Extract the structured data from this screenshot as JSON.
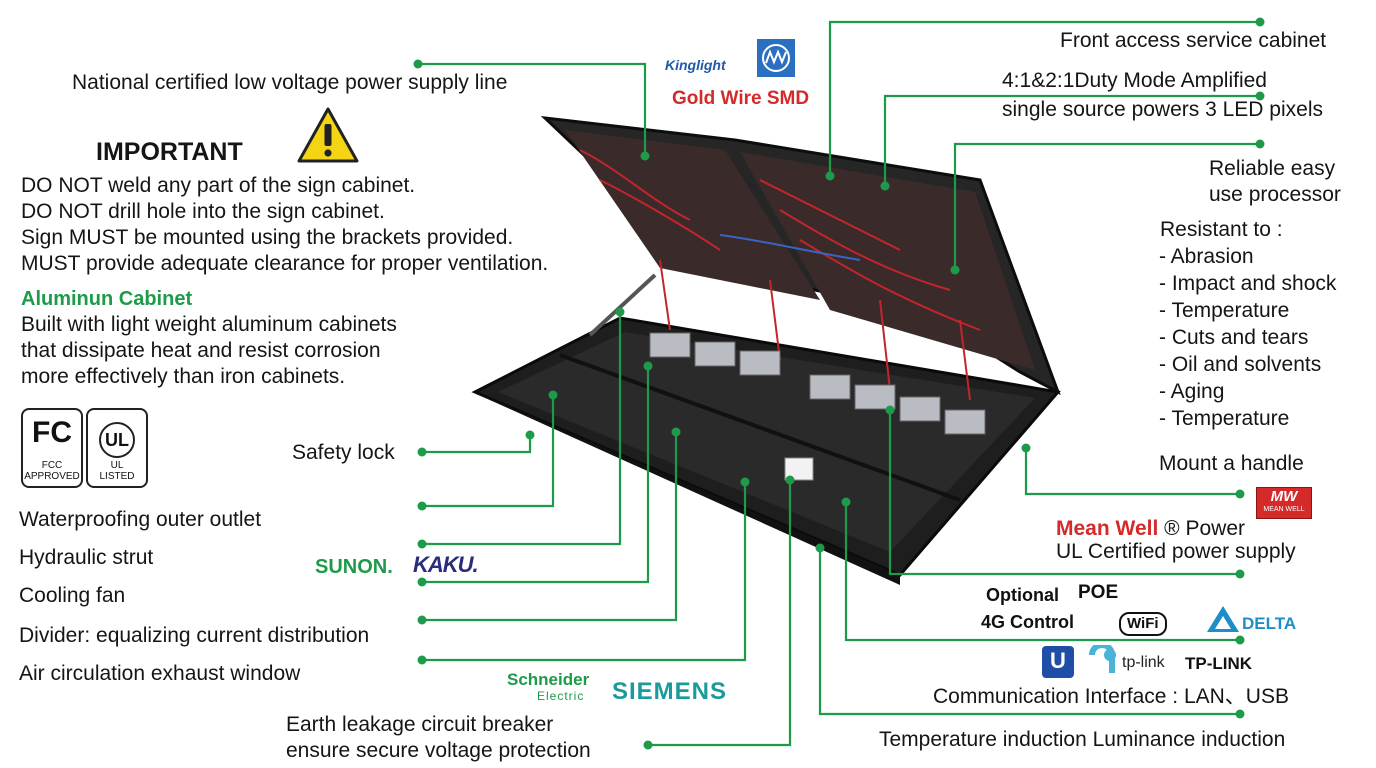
{
  "labels": {
    "national_line": "National certified low voltage power supply line",
    "important_title": "IMPORTANT",
    "imp1": "DO NOT weld any part of the sign cabinet.",
    "imp2": "DO NOT drill hole into the sign cabinet.",
    "imp3": "Sign MUST be mounted using the brackets provided.",
    "imp4": "MUST provide adequate clearance for proper ventilation.",
    "alu_title": "Aluminun Cabinet",
    "alu1": "Built with light weight aluminum cabinets",
    "alu2": "that dissipate heat and resist corrosion",
    "alu3": "more effectively than iron cabinets.",
    "safety_lock": "Safety lock",
    "waterproof": "Waterproofing outer outlet",
    "strut": "Hydraulic strut",
    "fan": "Cooling fan",
    "divider": "Divider: equalizing current distribution",
    "exhaust": "Air circulation exhaust window",
    "elcb1": "Earth leakage circuit breaker",
    "elcb2": "ensure secure voltage protection",
    "front_access": "Front access service cabinet",
    "duty1": "4:1&2:1Duty Mode Amplified",
    "duty2": "single source powers 3 LED pixels",
    "proc1": "Reliable easy",
    "proc2": "use processor",
    "resist_title": "Resistant to :",
    "resist": [
      "- Abrasion",
      "- Impact and shock",
      "- Temperature",
      "- Cuts and tears",
      "- Oil and solvents",
      "- Aging",
      "- Temperature"
    ],
    "handle": "Mount a handle",
    "meanwell_brand": "Mean Well",
    "meanwell_rest": "® Power",
    "ul_psu": "UL Certified power supply",
    "optional": "Optional",
    "poe": "POE",
    "g4": "4G Control",
    "comm": "Communication Interface : LAN、USB",
    "temp_ind": "Temperature induction Luminance induction"
  },
  "logos": {
    "kinglight": "Kinglight",
    "gold_wire": "Gold Wire SMD",
    "sunon": "SUNON.",
    "kaku": "KAKU.",
    "schneider1": "Schneider",
    "schneider2": "Electric",
    "siemens": "SIEMENS",
    "wifi": "WiFi",
    "delta": "DELTA",
    "tplink_small": "tp-link",
    "tplink_big": "TP-LINK",
    "mw_logo": "MW",
    "mw_sub": "MEAN WELL"
  },
  "badges": {
    "fcc_symbol": "FC",
    "fcc1": "FCC",
    "fcc2": "APPROVED",
    "ul_symbol": "UL",
    "ul1": "UL",
    "ul2": "LISTED"
  },
  "colors": {
    "accent_green": "#1e9b4a",
    "brand_red": "#d42a2a",
    "brand_blue": "#1f5aa6",
    "warning_yellow": "#f3d515"
  }
}
